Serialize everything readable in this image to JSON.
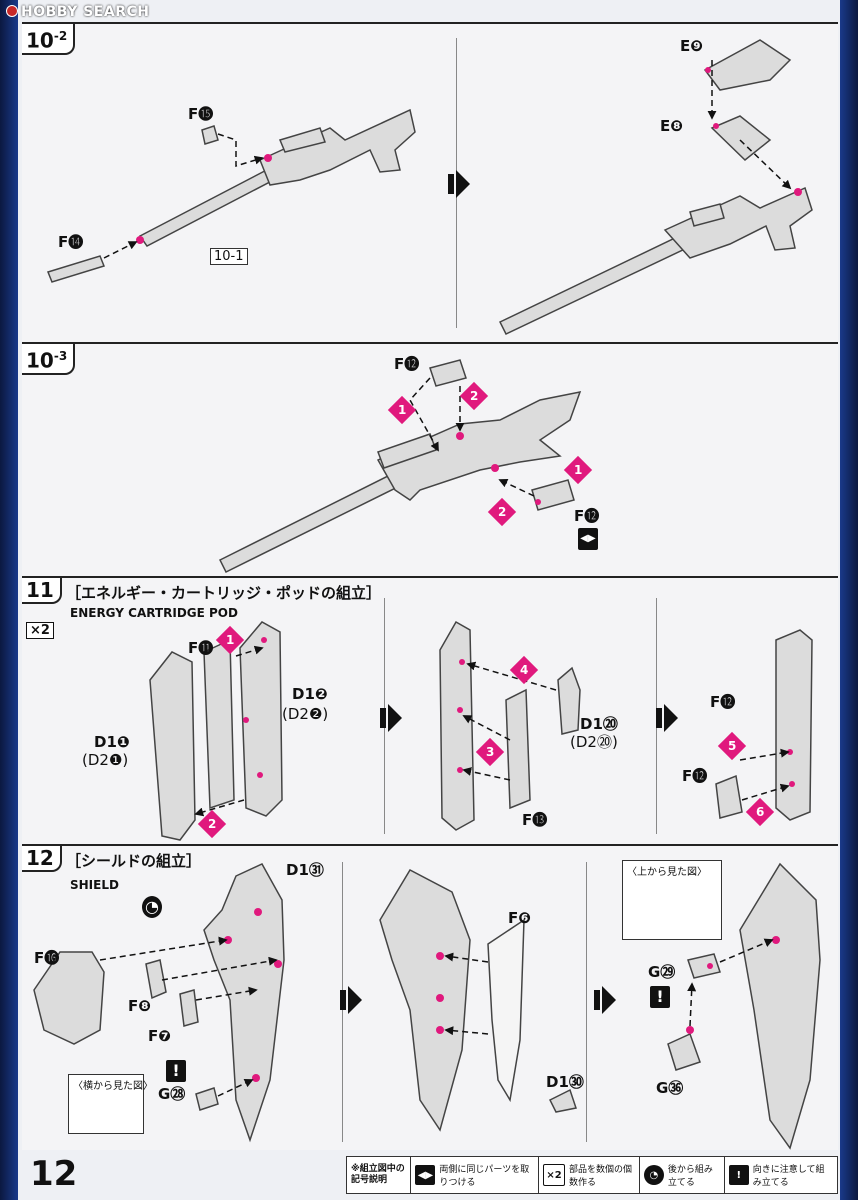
{
  "watermark": "HOBBY SEARCH",
  "colors": {
    "accent_magenta": "#e0197d",
    "frame_blue": "#1a3a8a",
    "part_gray": "#d6d6d6"
  },
  "steps": {
    "s10_2": {
      "num": "10",
      "sub": "-2"
    },
    "s10_3": {
      "num": "10",
      "sub": "-3"
    },
    "s11": {
      "num": "11",
      "title": "［エネルギー・カートリッジ・ポッドの組立］",
      "en_title": "ENERGY CARTRIDGE POD",
      "count": "×2"
    },
    "s12": {
      "num": "12",
      "title": "［シールドの組立］",
      "en_title": "SHIELD"
    }
  },
  "labels": {
    "f15": "F⓯",
    "f14": "F⓮",
    "ref_10_1": "10-1",
    "e9": "E❾",
    "e8": "E❽",
    "f12_a": "F⓬",
    "f12_b": "F⓬",
    "f11": "F⓫",
    "d1_1": "D1❶",
    "d2_1": "(D2❶)",
    "d1_2": "D1❷",
    "d2_2": "(D2❷)",
    "d1_20": "D1⑳",
    "d2_20": "(D2⑳)",
    "f13": "F⓭",
    "f12_c": "F⓬",
    "f12_d": "F⓬",
    "d1_31": "D1㉛",
    "f16": "F⓰",
    "f8": "F❽",
    "f7": "F❼",
    "g28": "G㉘",
    "f6": "F❻",
    "d1_30": "D1㉚",
    "g29": "G㉙",
    "g36": "G㊱"
  },
  "badges": {
    "b1": "1",
    "b2": "2",
    "b3": "3",
    "b4": "4",
    "b5": "5",
    "b6": "6"
  },
  "callouts": {
    "side_view": "〈横から見た図〉",
    "top_view": "〈上から見た図〉"
  },
  "page_number": "12",
  "legend": {
    "title": "※組立図中の記号説明",
    "items": [
      {
        "icon": "◀▶",
        "text": "両側に同じパーツを取りつける"
      },
      {
        "icon": "×2",
        "text": "部品を数個の個数作る"
      },
      {
        "icon": "◔",
        "text": "後から組み立てる"
      },
      {
        "icon": "!",
        "text": "向きに注意して組み立てる"
      }
    ]
  }
}
